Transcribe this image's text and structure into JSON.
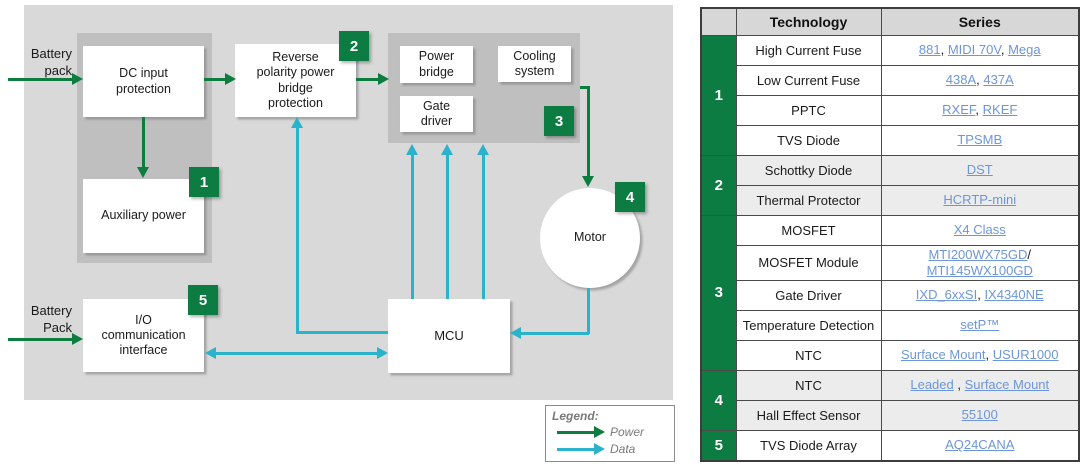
{
  "colors": {
    "green": "#0d7c3f",
    "cyan": "#2ab3cb",
    "link_blue": "#6d96d8",
    "outer_panel": "#d9d9d9",
    "inner_panel": "#bfbfbf"
  },
  "diagram": {
    "labels": {
      "battery1": "Battery\npack",
      "battery2": "Battery\nPack"
    },
    "boxes": {
      "dc_input": "DC input\nprotection",
      "reverse": "Reverse\npolarity power\nbridge\nprotection",
      "power_bridge": "Power\nbridge",
      "cooling": "Cooling\nsystem",
      "gate_driver": "Gate\ndriver",
      "aux": "Auxiliary power",
      "motor": "Motor",
      "mcu": "MCU",
      "io": "I/O\ncommunication\ninterface"
    },
    "badges": [
      "1",
      "2",
      "3",
      "4",
      "5"
    ],
    "legend": {
      "title": "Legend:",
      "power": "Power",
      "data": "Data"
    }
  },
  "table": {
    "headers": {
      "technology": "Technology",
      "series": "Series"
    },
    "groups": [
      {
        "num": "1",
        "rows": [
          {
            "tech": "High Current Fuse",
            "series": [
              {
                "text": "881",
                "link": true
              },
              {
                "text": ", ",
                "link": false
              },
              {
                "text": "MIDI 70V",
                "link": true
              },
              {
                "text": ", ",
                "link": false
              },
              {
                "text": "Mega",
                "link": true
              }
            ]
          },
          {
            "tech": "Low Current Fuse",
            "series": [
              {
                "text": "438A",
                "link": true
              },
              {
                "text": ", ",
                "link": false
              },
              {
                "text": "437A",
                "link": true
              }
            ]
          },
          {
            "tech": "PPTC",
            "series": [
              {
                "text": "RXEF",
                "link": true
              },
              {
                "text": ", ",
                "link": false
              },
              {
                "text": "RKEF",
                "link": true
              }
            ]
          },
          {
            "tech": "TVS Diode",
            "series": [
              {
                "text": "TPSMB",
                "link": true
              }
            ]
          }
        ]
      },
      {
        "num": "2",
        "rows": [
          {
            "tech": "Schottky Diode",
            "series": [
              {
                "text": "DST",
                "link": true
              }
            ]
          },
          {
            "tech": "Thermal Protector",
            "series": [
              {
                "text": "HCRTP-mini",
                "link": true
              }
            ]
          }
        ]
      },
      {
        "num": "3",
        "rows": [
          {
            "tech": "MOSFET",
            "series": [
              {
                "text": "X4 Class",
                "link": true
              }
            ]
          },
          {
            "tech": "MOSFET Module",
            "series": [
              {
                "text": "MTI200WX75GD",
                "link": true
              },
              {
                "text": "/",
                "link": false
              },
              {
                "br": true
              },
              {
                "text": "MTI145WX100GD",
                "link": true
              }
            ]
          },
          {
            "tech": "Gate Driver",
            "series": [
              {
                "text": "IXD_6xxSI",
                "link": true
              },
              {
                "text": ", ",
                "link": false
              },
              {
                "text": "IX4340NE",
                "link": true
              }
            ]
          },
          {
            "tech": "Temperature Detection",
            "series": [
              {
                "text": "setP™",
                "link": true
              }
            ]
          },
          {
            "tech": "NTC",
            "series": [
              {
                "text": "Surface Mount",
                "link": true
              },
              {
                "text": ", ",
                "link": false
              },
              {
                "text": "USUR1000",
                "link": true
              }
            ]
          }
        ]
      },
      {
        "num": "4",
        "rows": [
          {
            "tech": "NTC",
            "series": [
              {
                "text": "Leaded",
                "link": true
              },
              {
                "text": " , ",
                "link": false
              },
              {
                "text": "Surface Mount",
                "link": true
              }
            ]
          },
          {
            "tech": "Hall Effect Sensor",
            "series": [
              {
                "text": "55100",
                "link": true
              }
            ]
          }
        ]
      },
      {
        "num": "5",
        "rows": [
          {
            "tech": "TVS Diode Array",
            "series": [
              {
                "text": "AQ24CANA",
                "link": true
              }
            ]
          }
        ]
      }
    ]
  }
}
